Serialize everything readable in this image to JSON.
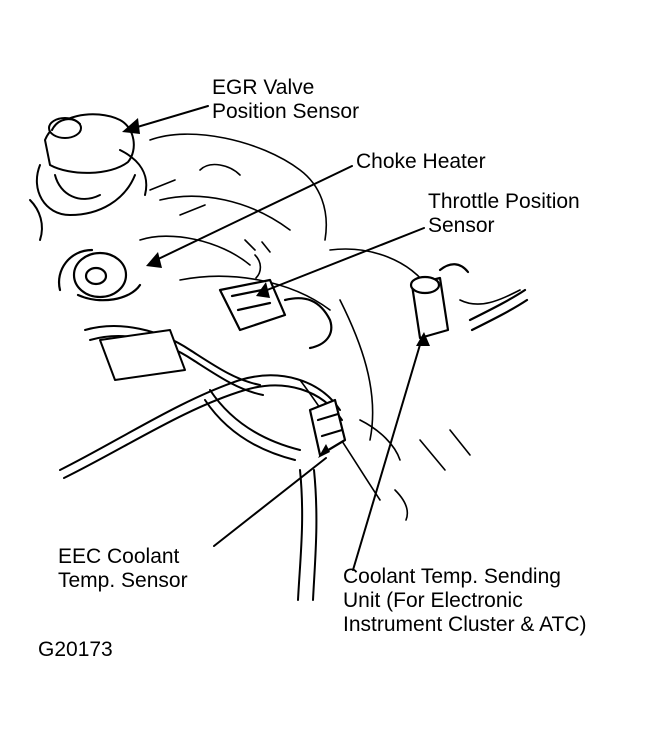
{
  "figure_code": "G20173",
  "callouts": {
    "egr": [
      "EGR Valve",
      "Position Sensor"
    ],
    "choke": [
      "Choke Heater"
    ],
    "throttle": [
      "Throttle Position",
      "Sensor"
    ],
    "eec": [
      "EEC Coolant",
      "Temp. Sensor"
    ],
    "coolant_unit": [
      "Coolant Temp. Sending",
      "Unit (For Electronic",
      "Instrument Cluster & ATC)"
    ]
  },
  "colors": {
    "ink": "#000000",
    "paper": "#ffffff"
  }
}
